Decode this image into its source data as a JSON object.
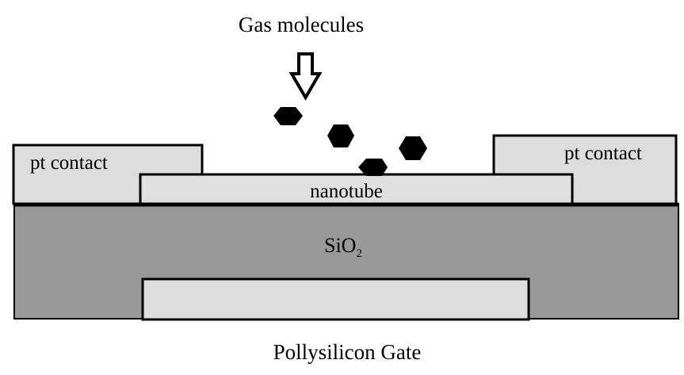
{
  "labels": {
    "gas": "Gas molecules",
    "contact_left": "pt contact",
    "contact_right": "pt contact",
    "nanotube": "nanotube",
    "oxide_main": "SiO",
    "oxide_sub": "2",
    "gate": "Pollysilicon Gate"
  },
  "icons": {
    "arrow": "down-arrow-icon"
  },
  "colors": {
    "background": "#ffffff",
    "oxide": "#999999",
    "contact": "#dddddd",
    "nanotube": "#e0e0e0",
    "gate": "#dedede",
    "outline": "#000000",
    "molecule": "#000000"
  }
}
